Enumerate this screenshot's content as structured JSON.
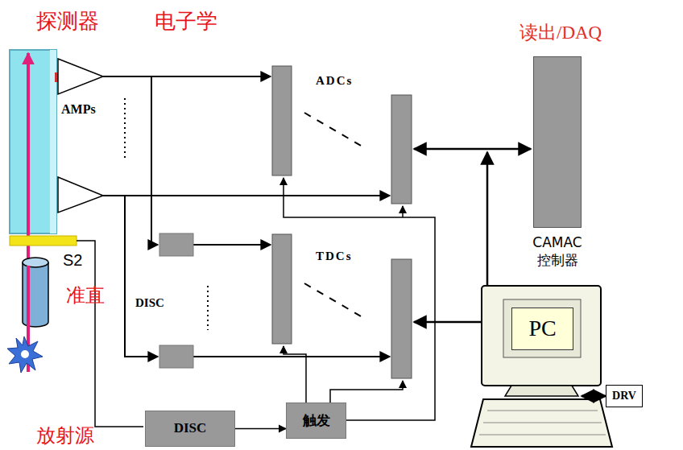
{
  "diagram": {
    "nodes": [
      {
        "text": [
          "DISC"
        ]
      },
      {
        "text": [
          "触发"
        ]
      },
      {
        "text": [
          "CAMAC 控制器"
        ]
      },
      {
        "text": [
          "PC"
        ]
      },
      {
        "text": [
          "DRV"
        ]
      }
    ],
    "edges": [
      {
        "from": 0,
        "to": 1,
        "arrow": "to"
      },
      {
        "from": 2,
        "to": 4,
        "arrow": "both"
      }
    ],
    "labels": [
      "探测器",
      "电子学",
      "读出/DAQ",
      "AMPs",
      "ADCs",
      "TDCs",
      "DISC",
      "S2",
      "准直",
      "放射源"
    ]
  }
}
